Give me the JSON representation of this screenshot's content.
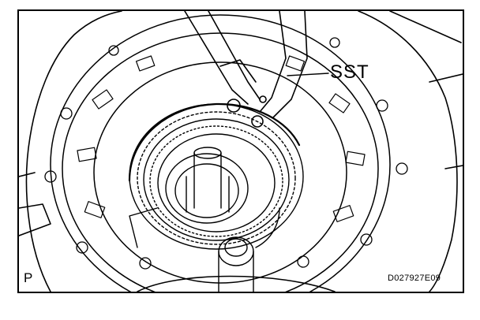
{
  "labels": {
    "tool": "SST",
    "corner": "P",
    "figure_code": "D027927E09"
  },
  "colors": {
    "line": "#000000",
    "background": "#ffffff"
  }
}
